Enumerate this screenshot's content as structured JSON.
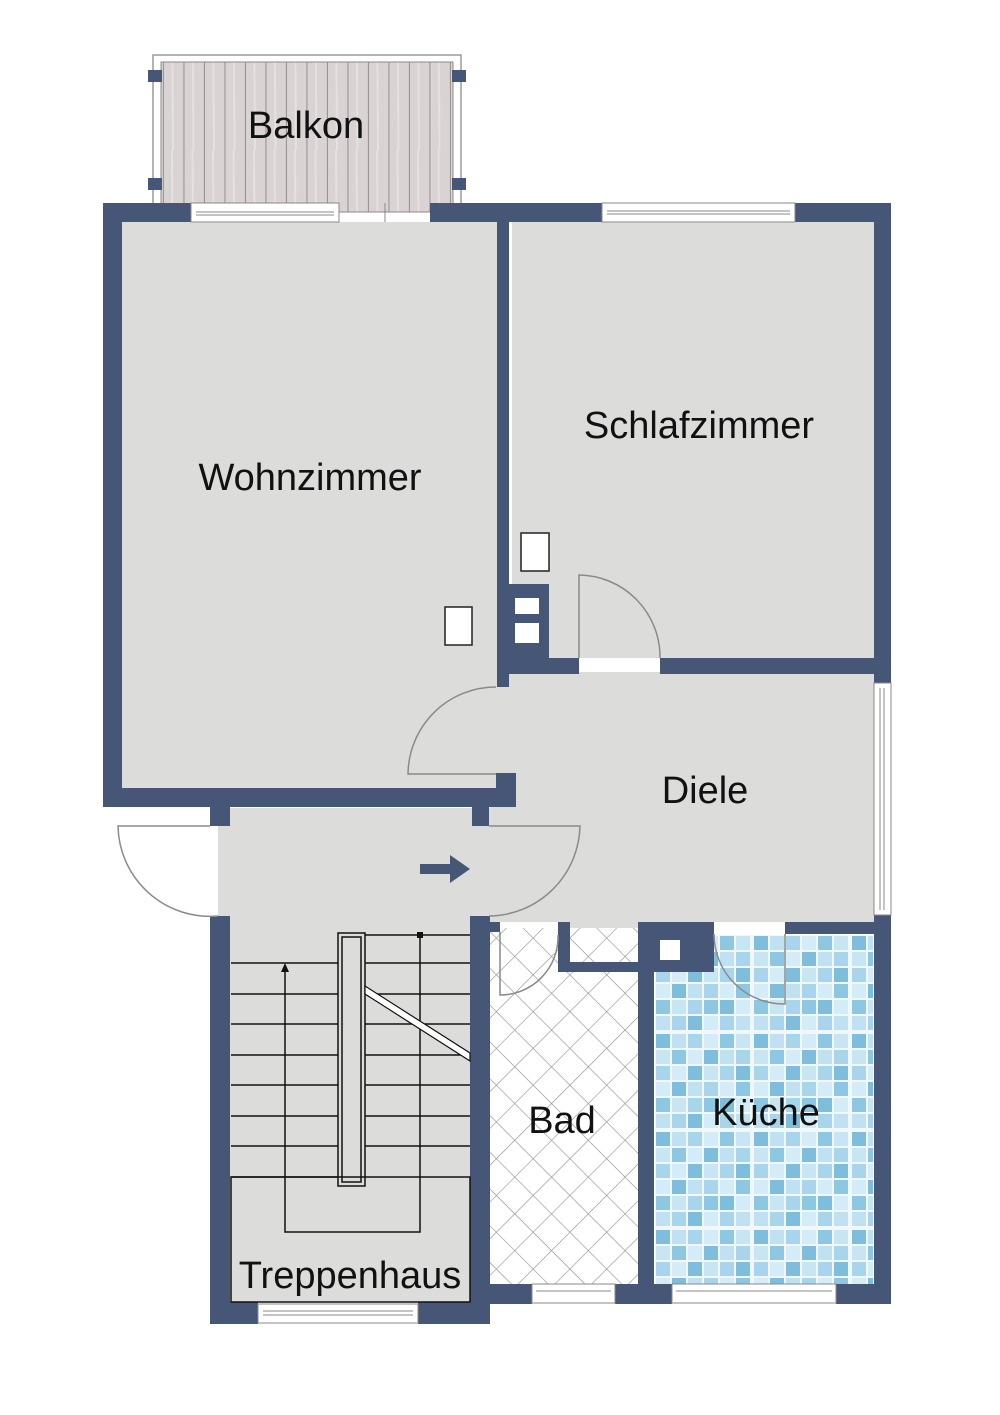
{
  "plan": {
    "type": "floor-plan",
    "colors": {
      "wall": "#465677",
      "floor": "#dcdcdb",
      "balcony_wood": "#d7d1d1",
      "window": "#ffffff",
      "bath_tile_line": "#9a9a9a",
      "kitchen_tile_light": "#bfe1f1",
      "kitchen_tile_dark": "#7fbddc",
      "door_arc": "#8a8a8a",
      "stairs_line": "#111111"
    },
    "rooms": [
      {
        "id": "balkon",
        "label": "Balkon"
      },
      {
        "id": "wohnzimmer",
        "label": "Wohnzimmer"
      },
      {
        "id": "schlafzimmer",
        "label": "Schlafzimmer"
      },
      {
        "id": "diele",
        "label": "Diele"
      },
      {
        "id": "bad",
        "label": "Bad"
      },
      {
        "id": "kueche",
        "label": "Küche"
      },
      {
        "id": "treppenhaus",
        "label": "Treppenhaus"
      }
    ],
    "entrance_arrow": "arrow-right-icon"
  }
}
